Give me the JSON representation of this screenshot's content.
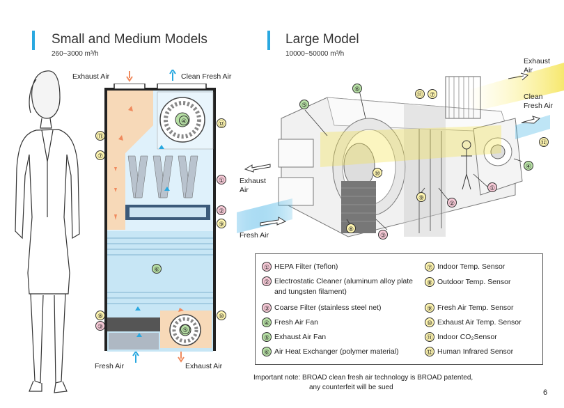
{
  "left": {
    "title": "Small and Medium Models",
    "range": "260~3000 m³/h",
    "labels": {
      "exhaust_top": "Exhaust Air",
      "fresh_top": "Clean Fresh Air",
      "fresh_bottom": "Fresh Air",
      "exhaust_bottom": "Exhaust Air"
    }
  },
  "right": {
    "title": "Large Model",
    "range": "10000~50000 m³/h",
    "labels": {
      "exhaust_top": "Exhaust Air",
      "clean_fresh": "Clean Fresh Air",
      "exhaust_left": "Exhaust Air",
      "fresh_left": "Fresh Air"
    }
  },
  "markers": [
    "①",
    "②",
    "③",
    "④",
    "⑤",
    "⑥",
    "⑦",
    "⑧",
    "⑨",
    "⑩",
    "⑪",
    "⑫"
  ],
  "legend": [
    {
      "n": "①",
      "text": "HEPA Filter (Teflon)",
      "color": "pink"
    },
    {
      "n": "②",
      "text": "Electrostatic Cleaner (aluminum alloy plate and tungsten filament)",
      "color": "pink"
    },
    {
      "n": "③",
      "text": "Coarse Filter (stainless steel net)",
      "color": "pink"
    },
    {
      "n": "④",
      "text": "Fresh Air Fan",
      "color": "green"
    },
    {
      "n": "⑤",
      "text": "Exhaust Air Fan",
      "color": "green"
    },
    {
      "n": "⑥",
      "text": "Air Heat Exchanger (polymer material)",
      "color": "green"
    },
    {
      "n": "⑦",
      "text": "Indoor Temp. Sensor",
      "color": "yellow"
    },
    {
      "n": "⑧",
      "text": "Outdoor Temp. Sensor",
      "color": "yellow"
    },
    {
      "n": "⑨",
      "text": "Fresh Air Temp. Sensor",
      "color": "yellow"
    },
    {
      "n": "⑩",
      "text": "Exhaust Air Temp. Sensor",
      "color": "yellow"
    },
    {
      "n": "⑪",
      "text": "Indoor CO₂Sensor",
      "color": "yellow"
    },
    {
      "n": "⑫",
      "text": "Human Infrared Sensor",
      "color": "yellow"
    }
  ],
  "note_line1": "Important note: BROAD clean fresh air technology is BROAD patented,",
  "note_line2": "any counterfeit will be sued",
  "page_number": "6",
  "colors": {
    "accent": "#29a8e0",
    "exhaust": "#f08a5d",
    "fresh": "#29a8e0",
    "pink": "#f6c9d6",
    "green": "#b7e0a5",
    "yellow": "#fff6b0"
  }
}
